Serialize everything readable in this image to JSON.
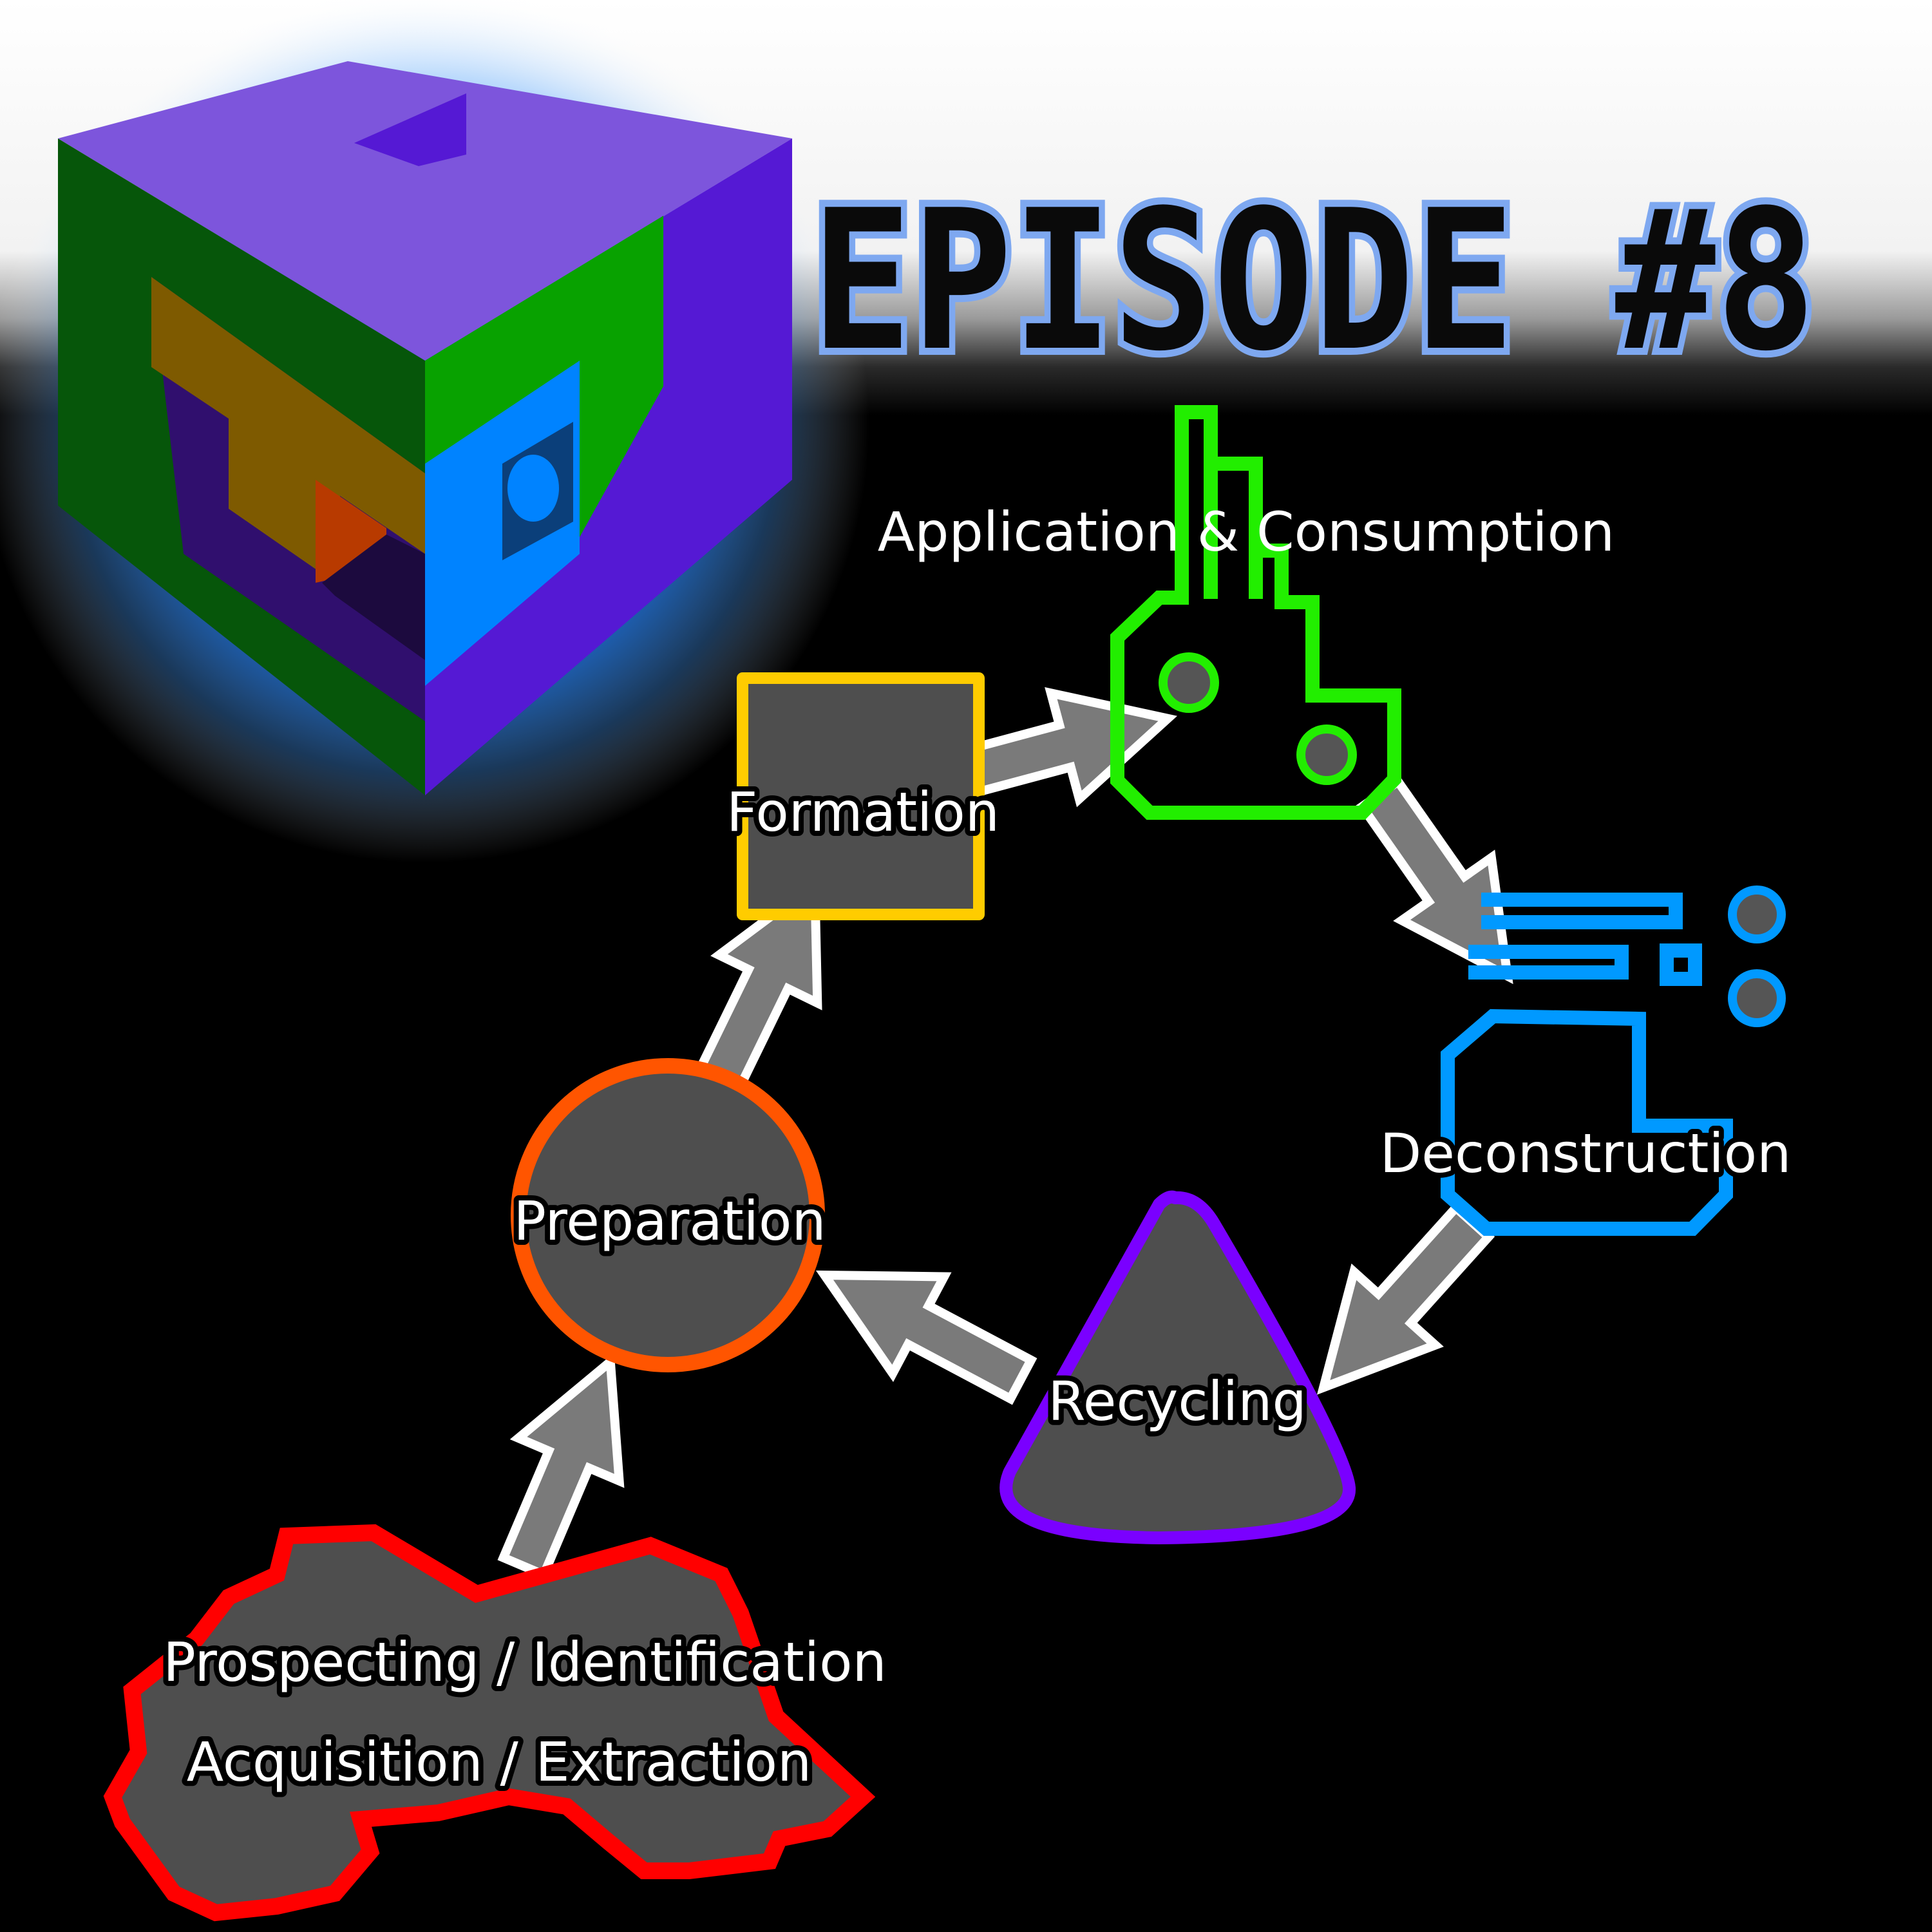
{
  "header": {
    "episode_title": "EPISODE #8"
  },
  "logo": {
    "icon": "cube-logo-icon",
    "colors": [
      "#7d55dc",
      "#5519d4",
      "#08a200",
      "#7e5a00",
      "#0083ff",
      "#300f6e"
    ]
  },
  "cycle": {
    "stages": [
      {
        "id": "extraction",
        "lines": [
          "Prospecting / Identification",
          "Acquisition / Extraction"
        ],
        "shape": "blob",
        "color": "#ff0000"
      },
      {
        "id": "preparation",
        "label": "Preparation",
        "shape": "circle",
        "color": "#ff5500"
      },
      {
        "id": "formation",
        "label": "Formation",
        "shape": "square",
        "color": "#ffcc00"
      },
      {
        "id": "application",
        "label": "Application & Consumption",
        "shape": "robot-arm",
        "color": "#22ee00"
      },
      {
        "id": "deconstruction",
        "label": "Deconstruction",
        "shape": "machine",
        "color": "#0099ff"
      },
      {
        "id": "recycling",
        "label": "Recycling",
        "shape": "triangle",
        "color": "#7a00ff"
      }
    ],
    "arrows": [
      "extraction-to-preparation",
      "preparation-to-formation",
      "formation-to-application",
      "application-to-deconstruction",
      "deconstruction-to-recycling",
      "recycling-to-preparation"
    ],
    "node_fill": "#4e4e4e",
    "arrow_fill": "#7a7a7a"
  }
}
